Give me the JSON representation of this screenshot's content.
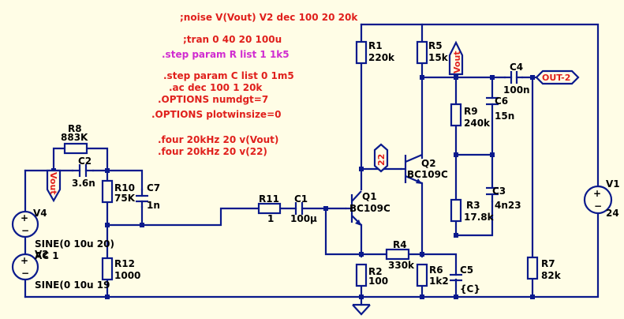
{
  "colors": {
    "background": "#fffde6",
    "wire": "#0a1a8c",
    "directive": "#e0201c",
    "step_directive": "#d02cd0",
    "label": "#000000"
  },
  "directives": [
    ";noise V(Vout) V2 dec 100 20 20k",
    ";tran 0 40 20 100u",
    ".step param R list 1 1k5",
    ".step param C list 0 1m5",
    ".ac dec 100 1 20k",
    ".OPTIONS numdgt=7",
    ".OPTIONS plotwinsize=0",
    ".four 20kHz 20 v(Vout)",
    ".four 20kHz 20 v(22)"
  ],
  "components": {
    "R1": {
      "name": "R1",
      "value": "220k"
    },
    "R2": {
      "name": "R2",
      "value": "100"
    },
    "R3": {
      "name": "R3",
      "value": "17.8k"
    },
    "R4": {
      "name": "R4",
      "value": "330k"
    },
    "R5": {
      "name": "R5",
      "value": "15k"
    },
    "R6": {
      "name": "R6",
      "value": "1k2"
    },
    "R7": {
      "name": "R7",
      "value": "82k"
    },
    "R8": {
      "name": "R8",
      "value": "883K"
    },
    "R9": {
      "name": "R9",
      "value": "240k"
    },
    "R10": {
      "name": "R10",
      "value": "75K"
    },
    "R11": {
      "name": "R11",
      "value": "1"
    },
    "R12": {
      "name": "R12",
      "value": "1000"
    },
    "C1": {
      "name": "C1",
      "value": "100µ"
    },
    "C2": {
      "name": "C2",
      "value": "3.6n"
    },
    "C3": {
      "name": "C3",
      "value": "4n23"
    },
    "C4": {
      "name": "C4",
      "value": "100n"
    },
    "C5": {
      "name": "C5",
      "value": "{C}"
    },
    "C6": {
      "name": "C6",
      "value": "15n"
    },
    "C7": {
      "name": "C7",
      "value": "1n"
    },
    "Q1": {
      "name": "Q1",
      "value": "BC109C"
    },
    "Q2": {
      "name": "Q2",
      "value": "BC109C"
    },
    "V1": {
      "name": "V1",
      "value": "24"
    },
    "V4": {
      "name": "V4"
    },
    "V4_src": {
      "value": "SINE(0 10u 20)",
      "ac": "AC 1"
    },
    "V2_src": {
      "value": "SINE(0 10u 19",
      "overlap": "V2"
    }
  },
  "net_labels": {
    "vout_top": "Vout",
    "vout_left": "Vout",
    "n22": "22",
    "out2": "OUT-2"
  }
}
